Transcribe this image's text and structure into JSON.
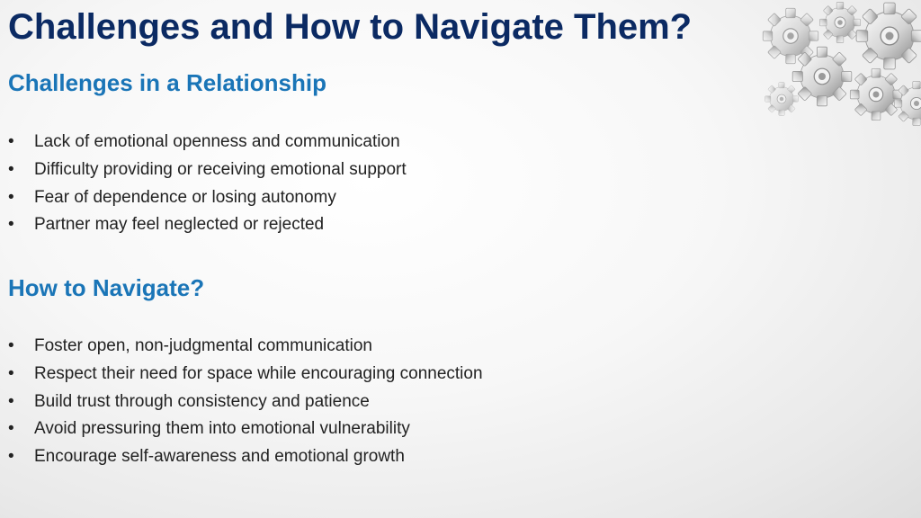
{
  "slide": {
    "title": "Challenges and How to Navigate Them?"
  },
  "sections": [
    {
      "heading": "Challenges in a Relationship",
      "bullets": [
        "Lack of emotional openness and communication",
        "Difficulty providing or receiving emotional support",
        "Fear of dependence or losing autonomy",
        "Partner may feel neglected or rejected"
      ]
    },
    {
      "heading": "How to Navigate?",
      "bullets": [
        "Foster open, non-judgmental communication",
        "Respect their need for space while encouraging connection",
        "Build trust through consistency and patience",
        "Avoid pressuring them into emotional vulnerability",
        "Encourage self-awareness and emotional growth"
      ]
    }
  ],
  "bullet_symbol": "•",
  "colors": {
    "title": "#0b2a63",
    "heading": "#1a75b7",
    "body_text": "#222222",
    "gear_light": "#e6e6e6",
    "gear_dark": "#8a8a8a"
  },
  "decoration": {
    "icon": "gears-icon"
  }
}
